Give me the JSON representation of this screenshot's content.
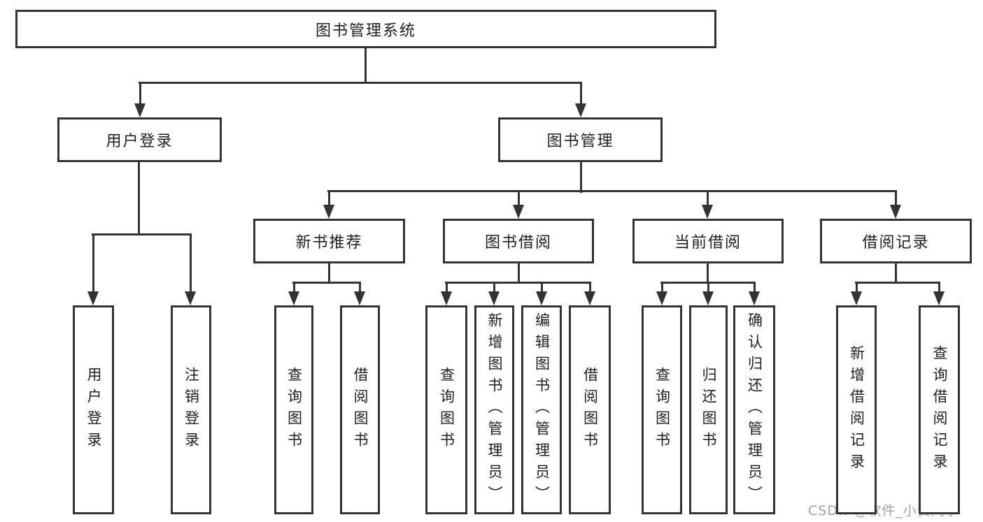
{
  "diagram": {
    "title": "图书管理系统",
    "tree": {
      "label": "图书管理系统",
      "children": [
        {
          "label": "用户登录",
          "children": [
            {
              "label": "用户登录"
            },
            {
              "label": "注销登录"
            }
          ]
        },
        {
          "label": "图书管理",
          "children": [
            {
              "label": "新书推荐",
              "children": [
                {
                  "label": "查询图书"
                },
                {
                  "label": "借阅图书"
                }
              ]
            },
            {
              "label": "图书借阅",
              "children": [
                {
                  "label": "查询图书"
                },
                {
                  "label": "新增图书（管理员）"
                },
                {
                  "label": "编辑图书（管理员）"
                },
                {
                  "label": "借阅图书"
                }
              ]
            },
            {
              "label": "当前借阅",
              "children": [
                {
                  "label": "查询图书"
                },
                {
                  "label": "归还图书"
                },
                {
                  "label": "确认归还（管理员）"
                }
              ]
            },
            {
              "label": "借阅记录",
              "children": [
                {
                  "label": "新增借阅记录"
                },
                {
                  "label": "查询借阅记录"
                }
              ]
            }
          ]
        }
      ]
    }
  },
  "watermark": {
    "text": "CSDN @软件_小贺同学"
  },
  "colors": {
    "line": "#333333",
    "text": "#1f1f1f",
    "box_fill": "#ffffff",
    "background": "#ffffff",
    "watermark": "#a2a2a2"
  }
}
